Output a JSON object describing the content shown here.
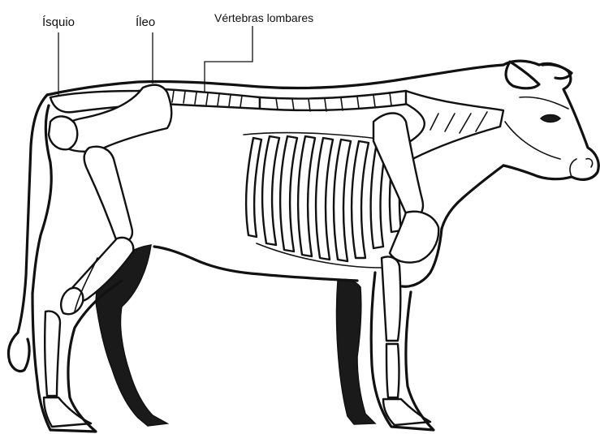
{
  "labels": {
    "isquio": "Ísquio",
    "ileo": "Íleo",
    "vertebras_lombares": "Vértebras lombares"
  },
  "colors": {
    "ink": "#111111",
    "background": "#ffffff",
    "shadow": "#1a1a1a"
  }
}
